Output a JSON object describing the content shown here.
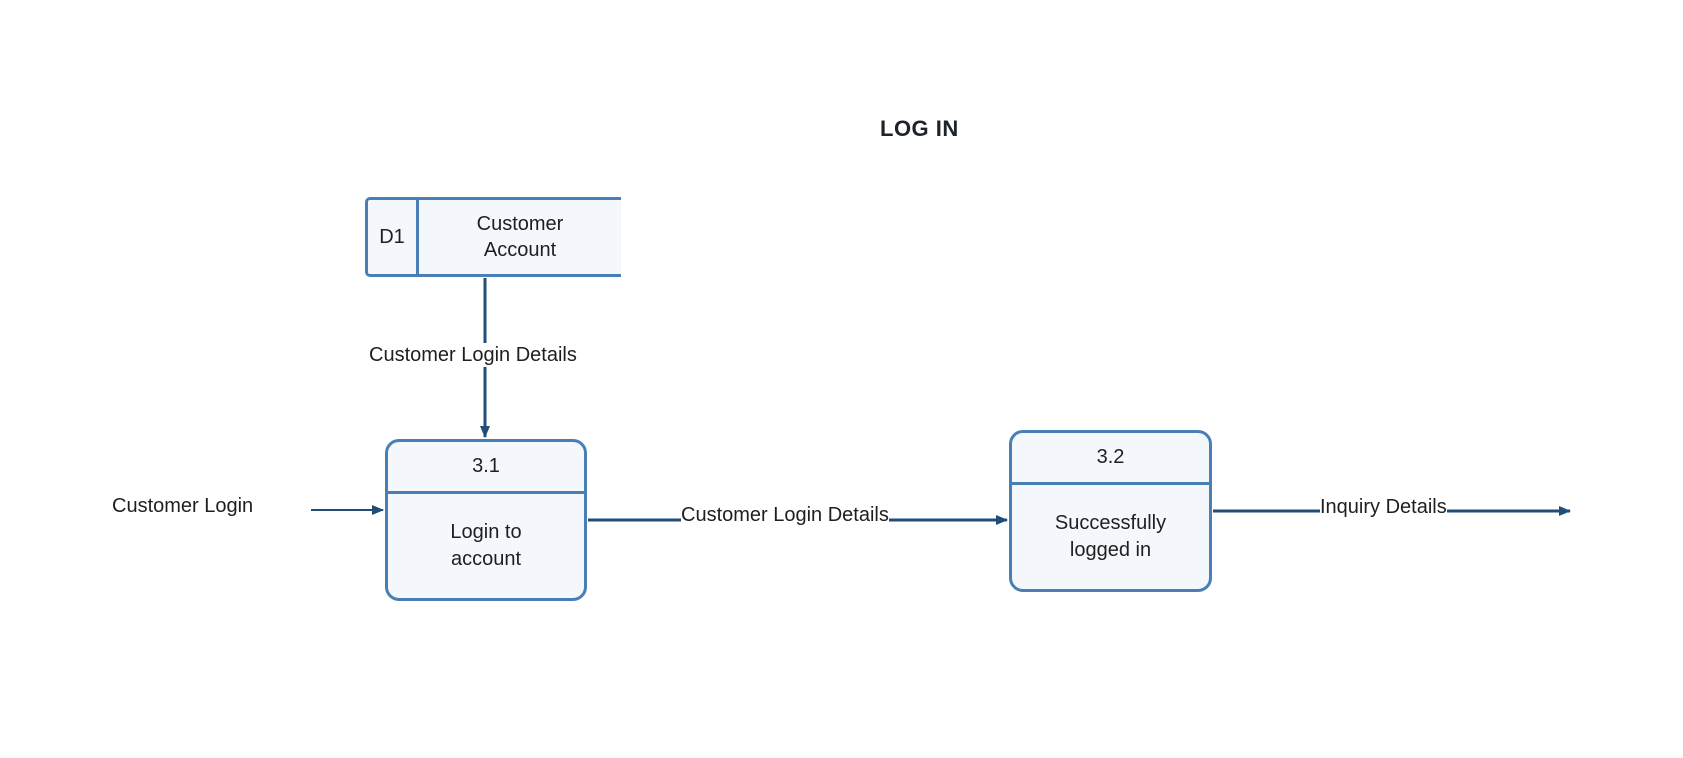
{
  "diagram": {
    "title": "LOG IN",
    "data_store": {
      "id": "D1",
      "name": "Customer\nAccount"
    },
    "processes": [
      {
        "id": "3.1",
        "name": "Login to\naccount"
      },
      {
        "id": "3.2",
        "name": "Successfully\nlogged in"
      }
    ],
    "flows": [
      {
        "label": "Customer Login",
        "from": "",
        "to": "3.1"
      },
      {
        "label": "Customer Login Details",
        "from": "D1",
        "to": "3.1"
      },
      {
        "label": "Customer Login Details",
        "from": "3.1",
        "to": "3.2"
      },
      {
        "label": "Inquiry Details",
        "from": "3.2",
        "to": ""
      }
    ],
    "colors": {
      "shape_border": "#4a7fb5",
      "shape_fill": "#f4f8fc",
      "flow_line": "#1f4e79"
    }
  }
}
